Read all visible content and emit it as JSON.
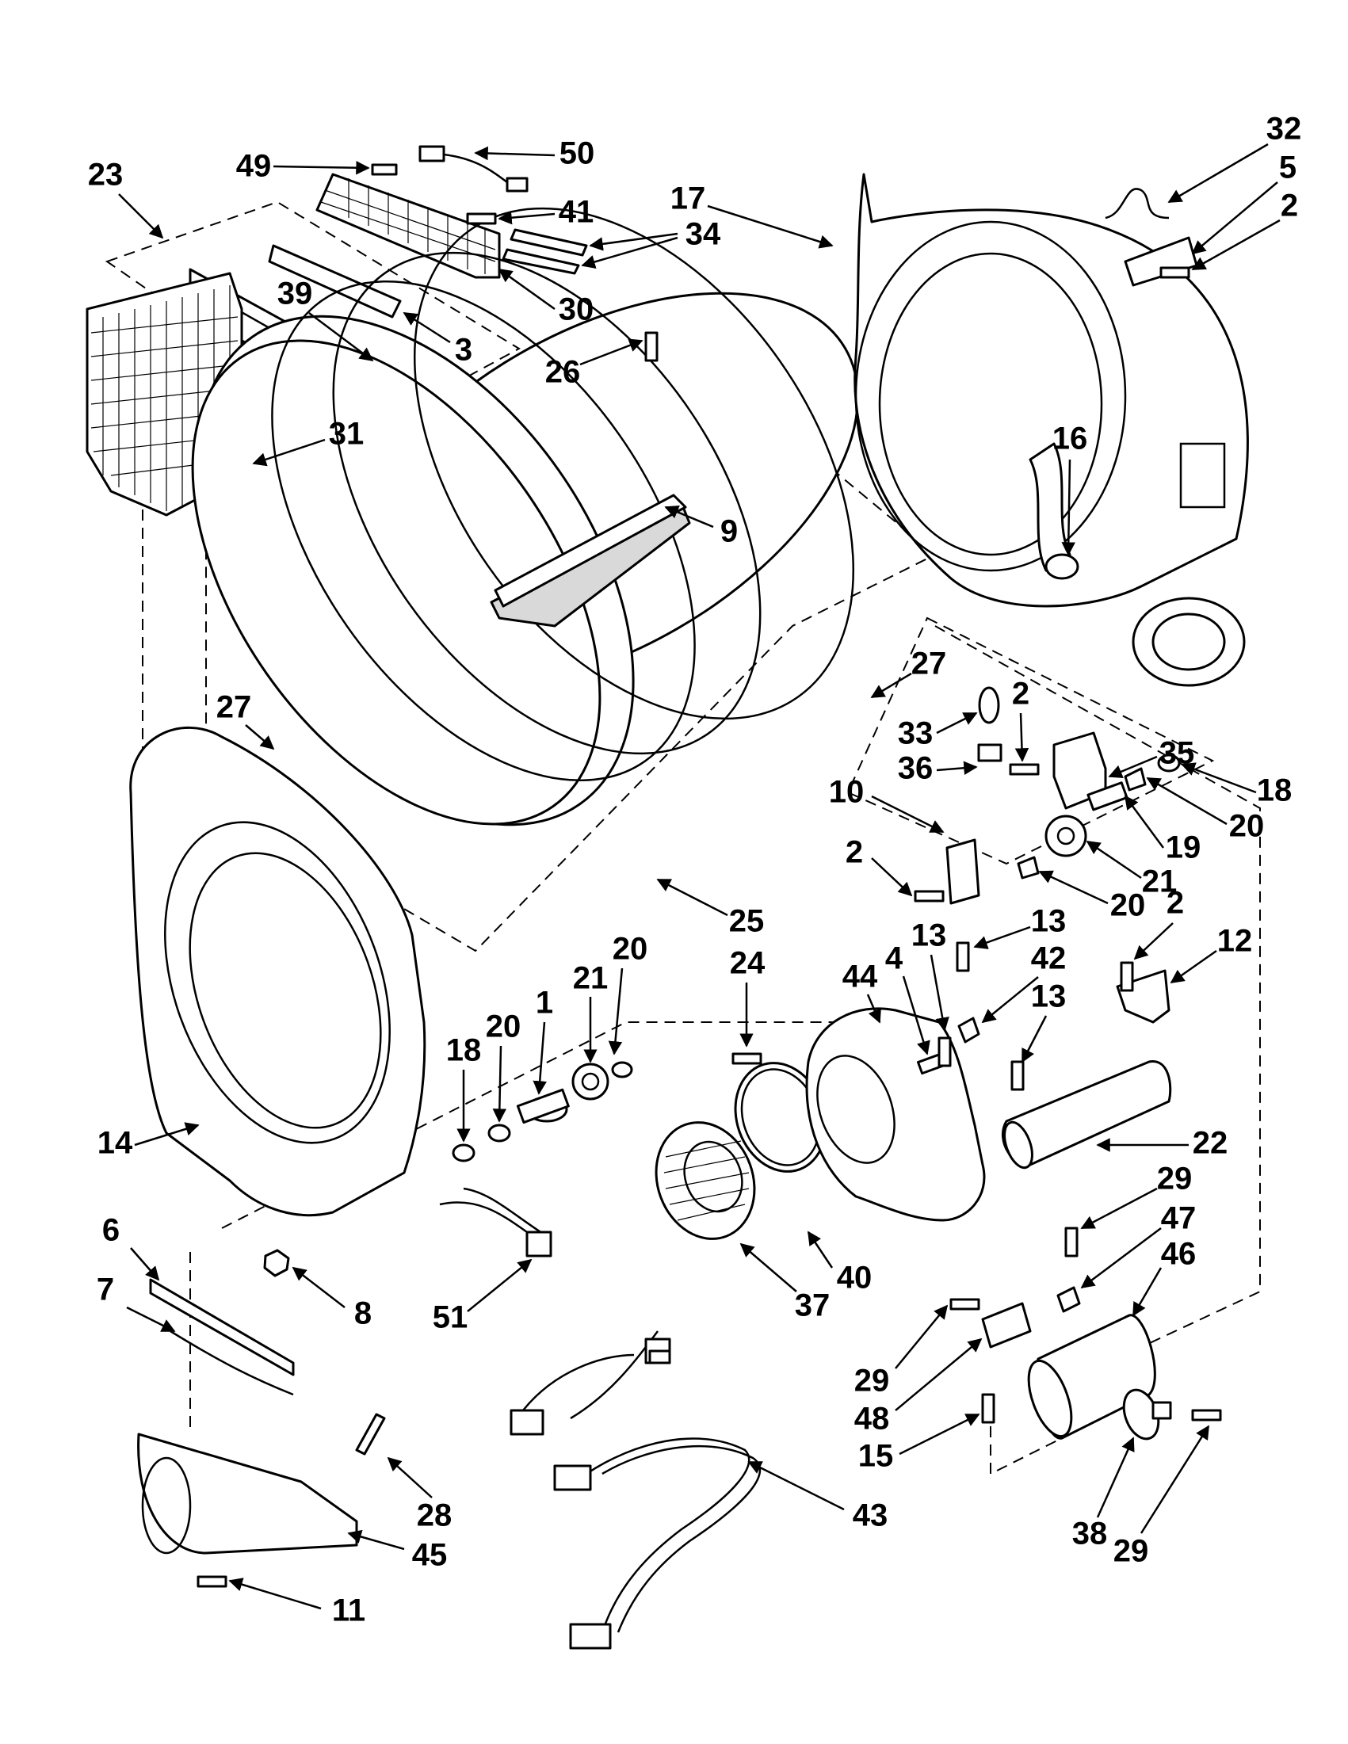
{
  "diagram": {
    "labels": [
      {
        "id": "L23",
        "text": "23"
      },
      {
        "id": "L49",
        "text": "49"
      },
      {
        "id": "L50",
        "text": "50"
      },
      {
        "id": "L41",
        "text": "41"
      },
      {
        "id": "L34",
        "text": "34"
      },
      {
        "id": "L30",
        "text": "30"
      },
      {
        "id": "L39",
        "text": "39"
      },
      {
        "id": "L3",
        "text": "3"
      },
      {
        "id": "L31",
        "text": "31"
      },
      {
        "id": "L26",
        "text": "26"
      },
      {
        "id": "L9",
        "text": "9"
      },
      {
        "id": "L17",
        "text": "17"
      },
      {
        "id": "L32",
        "text": "32"
      },
      {
        "id": "L5",
        "text": "5"
      },
      {
        "id": "L2a",
        "text": "2"
      },
      {
        "id": "L16",
        "text": "16"
      },
      {
        "id": "L27a",
        "text": "27"
      },
      {
        "id": "L27b",
        "text": "27"
      },
      {
        "id": "L2b",
        "text": "2"
      },
      {
        "id": "L33",
        "text": "33"
      },
      {
        "id": "L36",
        "text": "36"
      },
      {
        "id": "L35",
        "text": "35"
      },
      {
        "id": "L10",
        "text": "10"
      },
      {
        "id": "L18a",
        "text": "18"
      },
      {
        "id": "L20a",
        "text": "20"
      },
      {
        "id": "L2c",
        "text": "2"
      },
      {
        "id": "L19",
        "text": "19"
      },
      {
        "id": "L21a",
        "text": "21"
      },
      {
        "id": "L20b",
        "text": "20"
      },
      {
        "id": "L25",
        "text": "25"
      },
      {
        "id": "L20c",
        "text": "20"
      },
      {
        "id": "L21b",
        "text": "21"
      },
      {
        "id": "L1",
        "text": "1"
      },
      {
        "id": "L20d",
        "text": "20"
      },
      {
        "id": "L18b",
        "text": "18"
      },
      {
        "id": "L24",
        "text": "24"
      },
      {
        "id": "L13a",
        "text": "13"
      },
      {
        "id": "L44",
        "text": "44"
      },
      {
        "id": "L4",
        "text": "4"
      },
      {
        "id": "L13b",
        "text": "13"
      },
      {
        "id": "L42",
        "text": "42"
      },
      {
        "id": "L13c",
        "text": "13"
      },
      {
        "id": "L2d",
        "text": "2"
      },
      {
        "id": "L12",
        "text": "12"
      },
      {
        "id": "L14",
        "text": "14"
      },
      {
        "id": "L22",
        "text": "22"
      },
      {
        "id": "L29a",
        "text": "29"
      },
      {
        "id": "L47",
        "text": "47"
      },
      {
        "id": "L46",
        "text": "46"
      },
      {
        "id": "L6",
        "text": "6"
      },
      {
        "id": "L7",
        "text": "7"
      },
      {
        "id": "L8",
        "text": "8"
      },
      {
        "id": "L51",
        "text": "51"
      },
      {
        "id": "L37",
        "text": "37"
      },
      {
        "id": "L40",
        "text": "40"
      },
      {
        "id": "L29b",
        "text": "29"
      },
      {
        "id": "L48",
        "text": "48"
      },
      {
        "id": "L15",
        "text": "15"
      },
      {
        "id": "L28",
        "text": "28"
      },
      {
        "id": "L43",
        "text": "43"
      },
      {
        "id": "L38",
        "text": "38"
      },
      {
        "id": "L29c",
        "text": "29"
      },
      {
        "id": "L45",
        "text": "45"
      },
      {
        "id": "L11",
        "text": "11"
      }
    ]
  }
}
